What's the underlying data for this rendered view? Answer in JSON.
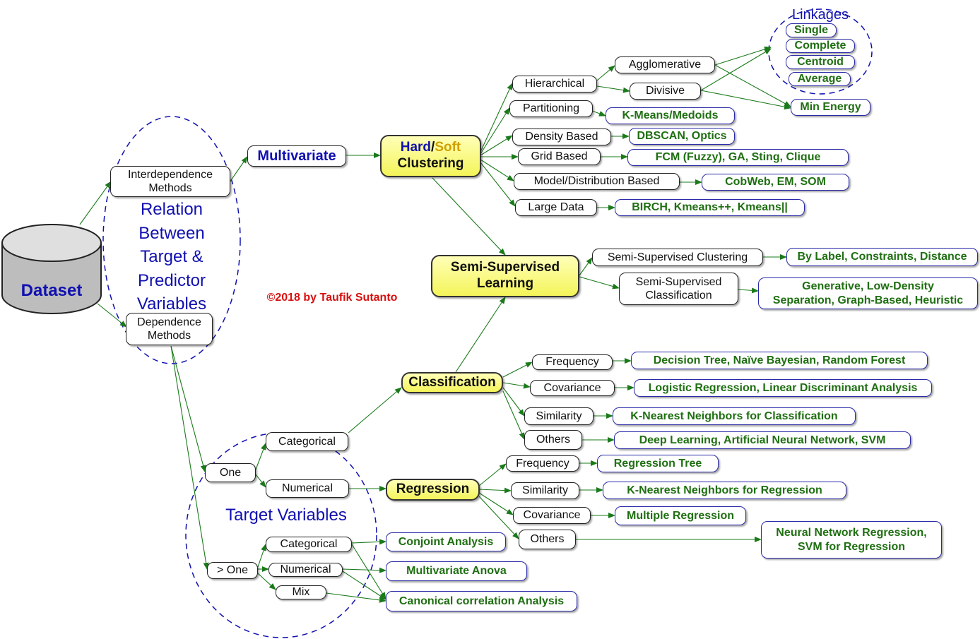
{
  "dataset": "Dataset",
  "relation": [
    "Relation",
    "Between",
    "Target &",
    "Predictor",
    "Variables"
  ],
  "target_variables": "Target Variables",
  "copyright": "©2018 by Taufik Sutanto",
  "interdependence": [
    "Interdependence",
    "Methods"
  ],
  "dependence": [
    "Dependence",
    "Methods"
  ],
  "multivariate": "Multivariate",
  "hard": "Hard",
  "slash": "/",
  "soft": "Soft",
  "clustering": "Clustering",
  "semi_supervised": [
    "Semi-Supervised",
    "Learning"
  ],
  "classification": "Classification",
  "regression": "Regression",
  "clustering_types": {
    "hierarchical": "Hierarchical",
    "partitioning": "Partitioning",
    "density": "Density Based",
    "grid": "Grid Based",
    "model": "Model/Distribution Based",
    "large": "Large Data"
  },
  "agglomerative": "Agglomerative",
  "divisive": "Divisive",
  "linkages": {
    "title": "Linkages",
    "items": [
      "Single",
      "Complete",
      "Centroid",
      "Average"
    ]
  },
  "min_energy": "Min Energy",
  "clustering_methods": {
    "partitioning": "K-Means/Medoids",
    "density": "DBSCAN, Optics",
    "grid": "FCM (Fuzzy), GA, Sting, Clique",
    "model": "CobWeb, EM, SOM",
    "large": "BIRCH, Kmeans++, Kmeans||"
  },
  "semi": {
    "clustering": "Semi-Supervised Clustering",
    "classification": [
      "Semi-Supervised",
      "Classification"
    ],
    "clustering_methods": "By Label, Constraints, Distance",
    "classification_methods": [
      "Generative, Low-Density",
      "Separation, Graph-Based, Heuristic"
    ]
  },
  "classification_types": {
    "frequency": "Frequency",
    "covariance": "Covariance",
    "similarity": "Similarity",
    "others": "Others"
  },
  "classification_methods": {
    "frequency": "Decision Tree, Naïve Bayesian, Random Forest",
    "covariance": "Logistic Regression, Linear Discriminant Analysis",
    "similarity": "K-Nearest Neighbors for Classification",
    "others": "Deep Learning, Artificial Neural Network, SVM"
  },
  "regression_types": {
    "frequency": "Frequency",
    "similarity": "Similarity",
    "covariance": "Covariance",
    "others": "Others"
  },
  "regression_methods": {
    "frequency": "Regression Tree",
    "similarity": "K-Nearest Neighbors for Regression",
    "covariance": "Multiple Regression",
    "others": [
      "Neural Network Regression,",
      "SVM for Regression"
    ]
  },
  "one": "One",
  "more_one": "> One",
  "one_categorical": "Categorical",
  "one_numerical": "Numerical",
  "multi_categorical": "Categorical",
  "multi_numerical": "Numerical",
  "multi_mix": "Mix",
  "multi_methods": {
    "conjoint": "Conjoint Analysis",
    "anova": "Multivariate Anova",
    "canonical": "Canonical correlation Analysis"
  },
  "colors": {
    "edge": "#1a7a1a",
    "method_border": "#2a2aa8",
    "method_text": "#1f6f12",
    "ellipse": "#1010b0",
    "highlight": "#f4f45a",
    "copyright": "#d81010"
  }
}
